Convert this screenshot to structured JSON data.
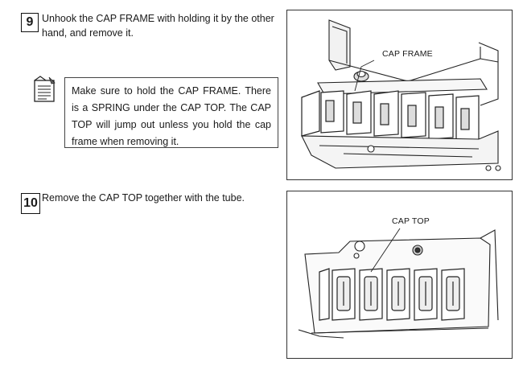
{
  "step9": {
    "number": "9",
    "text": "Unhook the CAP FRAME with holding it by the other hand, and remove it.",
    "note": "Make sure to hold the CAP FRAME.  There is a SPRING under the CAP TOP.  The CAP TOP will jump out unless you hold the cap frame when removing it.",
    "note_icon": "notepad-icon",
    "figure_label": "CAP FRAME"
  },
  "step10": {
    "number": "10",
    "text": "Remove the CAP TOP together with the tube.",
    "figure_label": "CAP TOP"
  }
}
